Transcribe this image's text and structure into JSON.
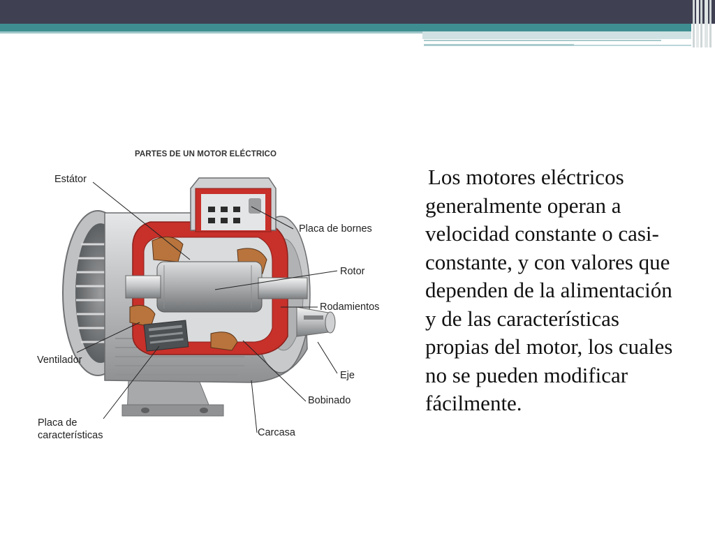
{
  "header": {
    "colors": {
      "dark": "#3f4052",
      "teal": "#3e8e91",
      "light": "#cfe1e2"
    }
  },
  "diagram": {
    "title": "PARTES DE UN MOTOR ELÉCTRICO",
    "labels": {
      "estator": "Estátor",
      "placa_bornes": "Placa de bornes",
      "rotor": "Rotor",
      "rodamientos": "Rodamientos",
      "ventilador": "Ventilador",
      "eje": "Eje",
      "bobinado": "Bobinado",
      "placa_caract_1": "Placa de",
      "placa_caract_2": "características",
      "carcasa": "Carcasa"
    },
    "colors": {
      "casing": "#c9cbcd",
      "cutaway": "#c8302a",
      "winding": "#b8743c"
    }
  },
  "body": {
    "paragraph": "Los motores eléctricos generalmente operan a velocidad constante o casi-constante, y con valores que dependen de la alimentación y de las características propias del motor, los cuales no se pueden modificar fácilmente."
  }
}
